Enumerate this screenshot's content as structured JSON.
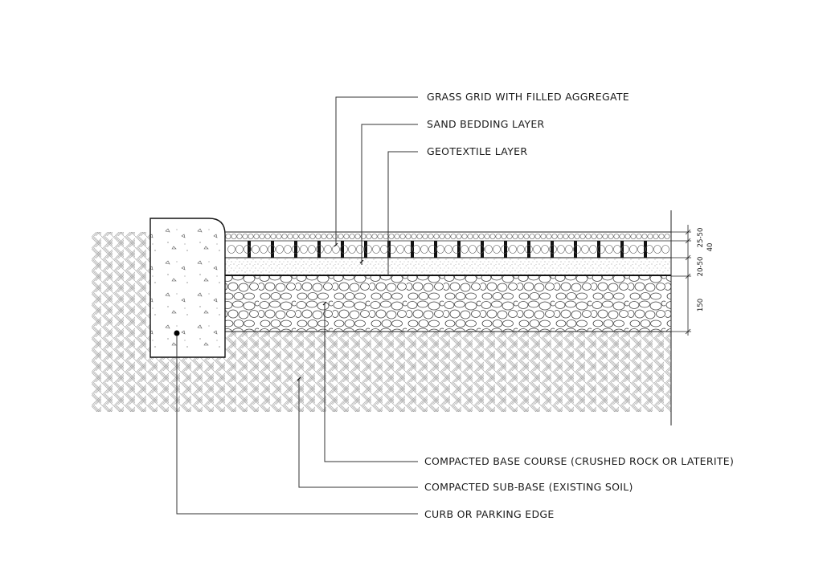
{
  "labels": {
    "grass_grid": "GRASS GRID WITH FILLED AGGREGATE",
    "sand_bedding": "SAND BEDDING LAYER",
    "geotextile": "GEOTEXTILE LAYER",
    "base_course": "COMPACTED BASE COURSE (CRUSHED ROCK OR LATERITE)",
    "sub_base": "COMPACTED SUB-BASE (EXISTING SOIL)",
    "curb": "CURB OR PARKING EDGE"
  },
  "dimensions": {
    "grid_top": "25-50",
    "grid_total": "40",
    "sand": "20-50",
    "base": "150"
  },
  "colors": {
    "line": "#1a1a1a",
    "hatch": "#9a9a9a"
  }
}
